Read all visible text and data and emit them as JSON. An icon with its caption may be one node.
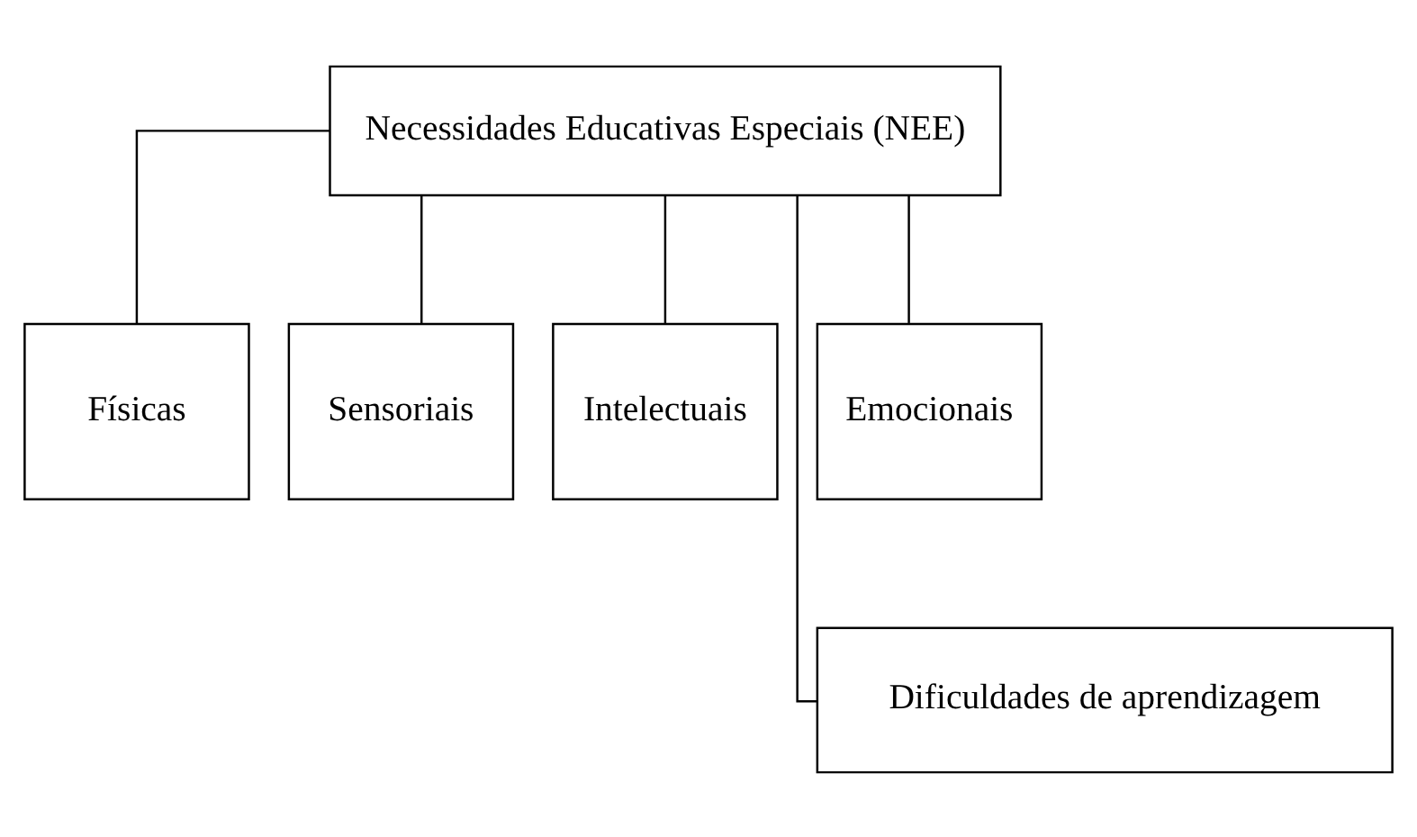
{
  "diagram": {
    "nodes": [
      {
        "text": [
          "Necessidades Educativas Especiais (NEE)"
        ]
      },
      {
        "text": [
          "Físicas"
        ]
      },
      {
        "text": [
          "Sensoriais"
        ]
      },
      {
        "text": [
          "Intelectuais"
        ]
      },
      {
        "text": [
          "Emocionais"
        ]
      },
      {
        "text": [
          "Dificuldades de aprendizagem"
        ]
      }
    ],
    "edges": [
      {
        "from": 0,
        "to": 1,
        "arrow": "none"
      },
      {
        "from": 0,
        "to": 2,
        "arrow": "none"
      },
      {
        "from": 0,
        "to": 5,
        "arrow": "none"
      },
      {
        "from": 0,
        "to": 3,
        "arrow": "none"
      },
      {
        "from": 0,
        "to": 4,
        "arrow": "none"
      }
    ]
  }
}
